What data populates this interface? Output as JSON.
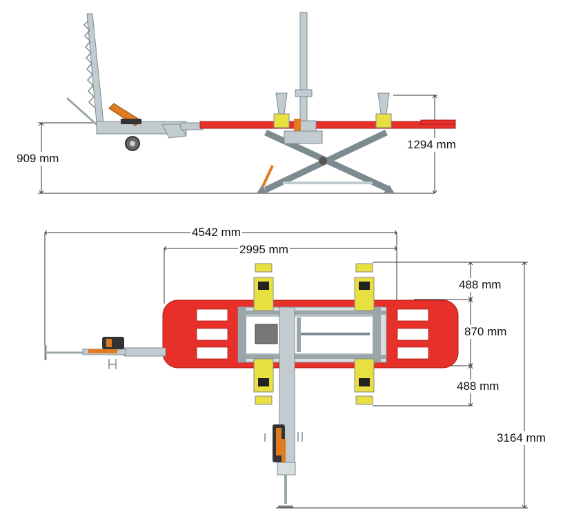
{
  "dimensions": {
    "side_low_height": "909 mm",
    "side_high_height": "1294 mm",
    "overall_length": "4542 mm",
    "platform_length": "2995 mm",
    "clamp_offset_top": "488 mm",
    "clamp_span": "870 mm",
    "clamp_offset_bottom": "488 mm",
    "overall_width": "3164 mm"
  },
  "colors": {
    "platform_red": "#e8302a",
    "dark_red": "#a81c16",
    "clamp_yellow": "#e8e040",
    "frame_grey": "#b8c4c8",
    "frame_dark": "#7d8a8f",
    "orange": "#e07b20",
    "dimension_line": "#333333"
  }
}
